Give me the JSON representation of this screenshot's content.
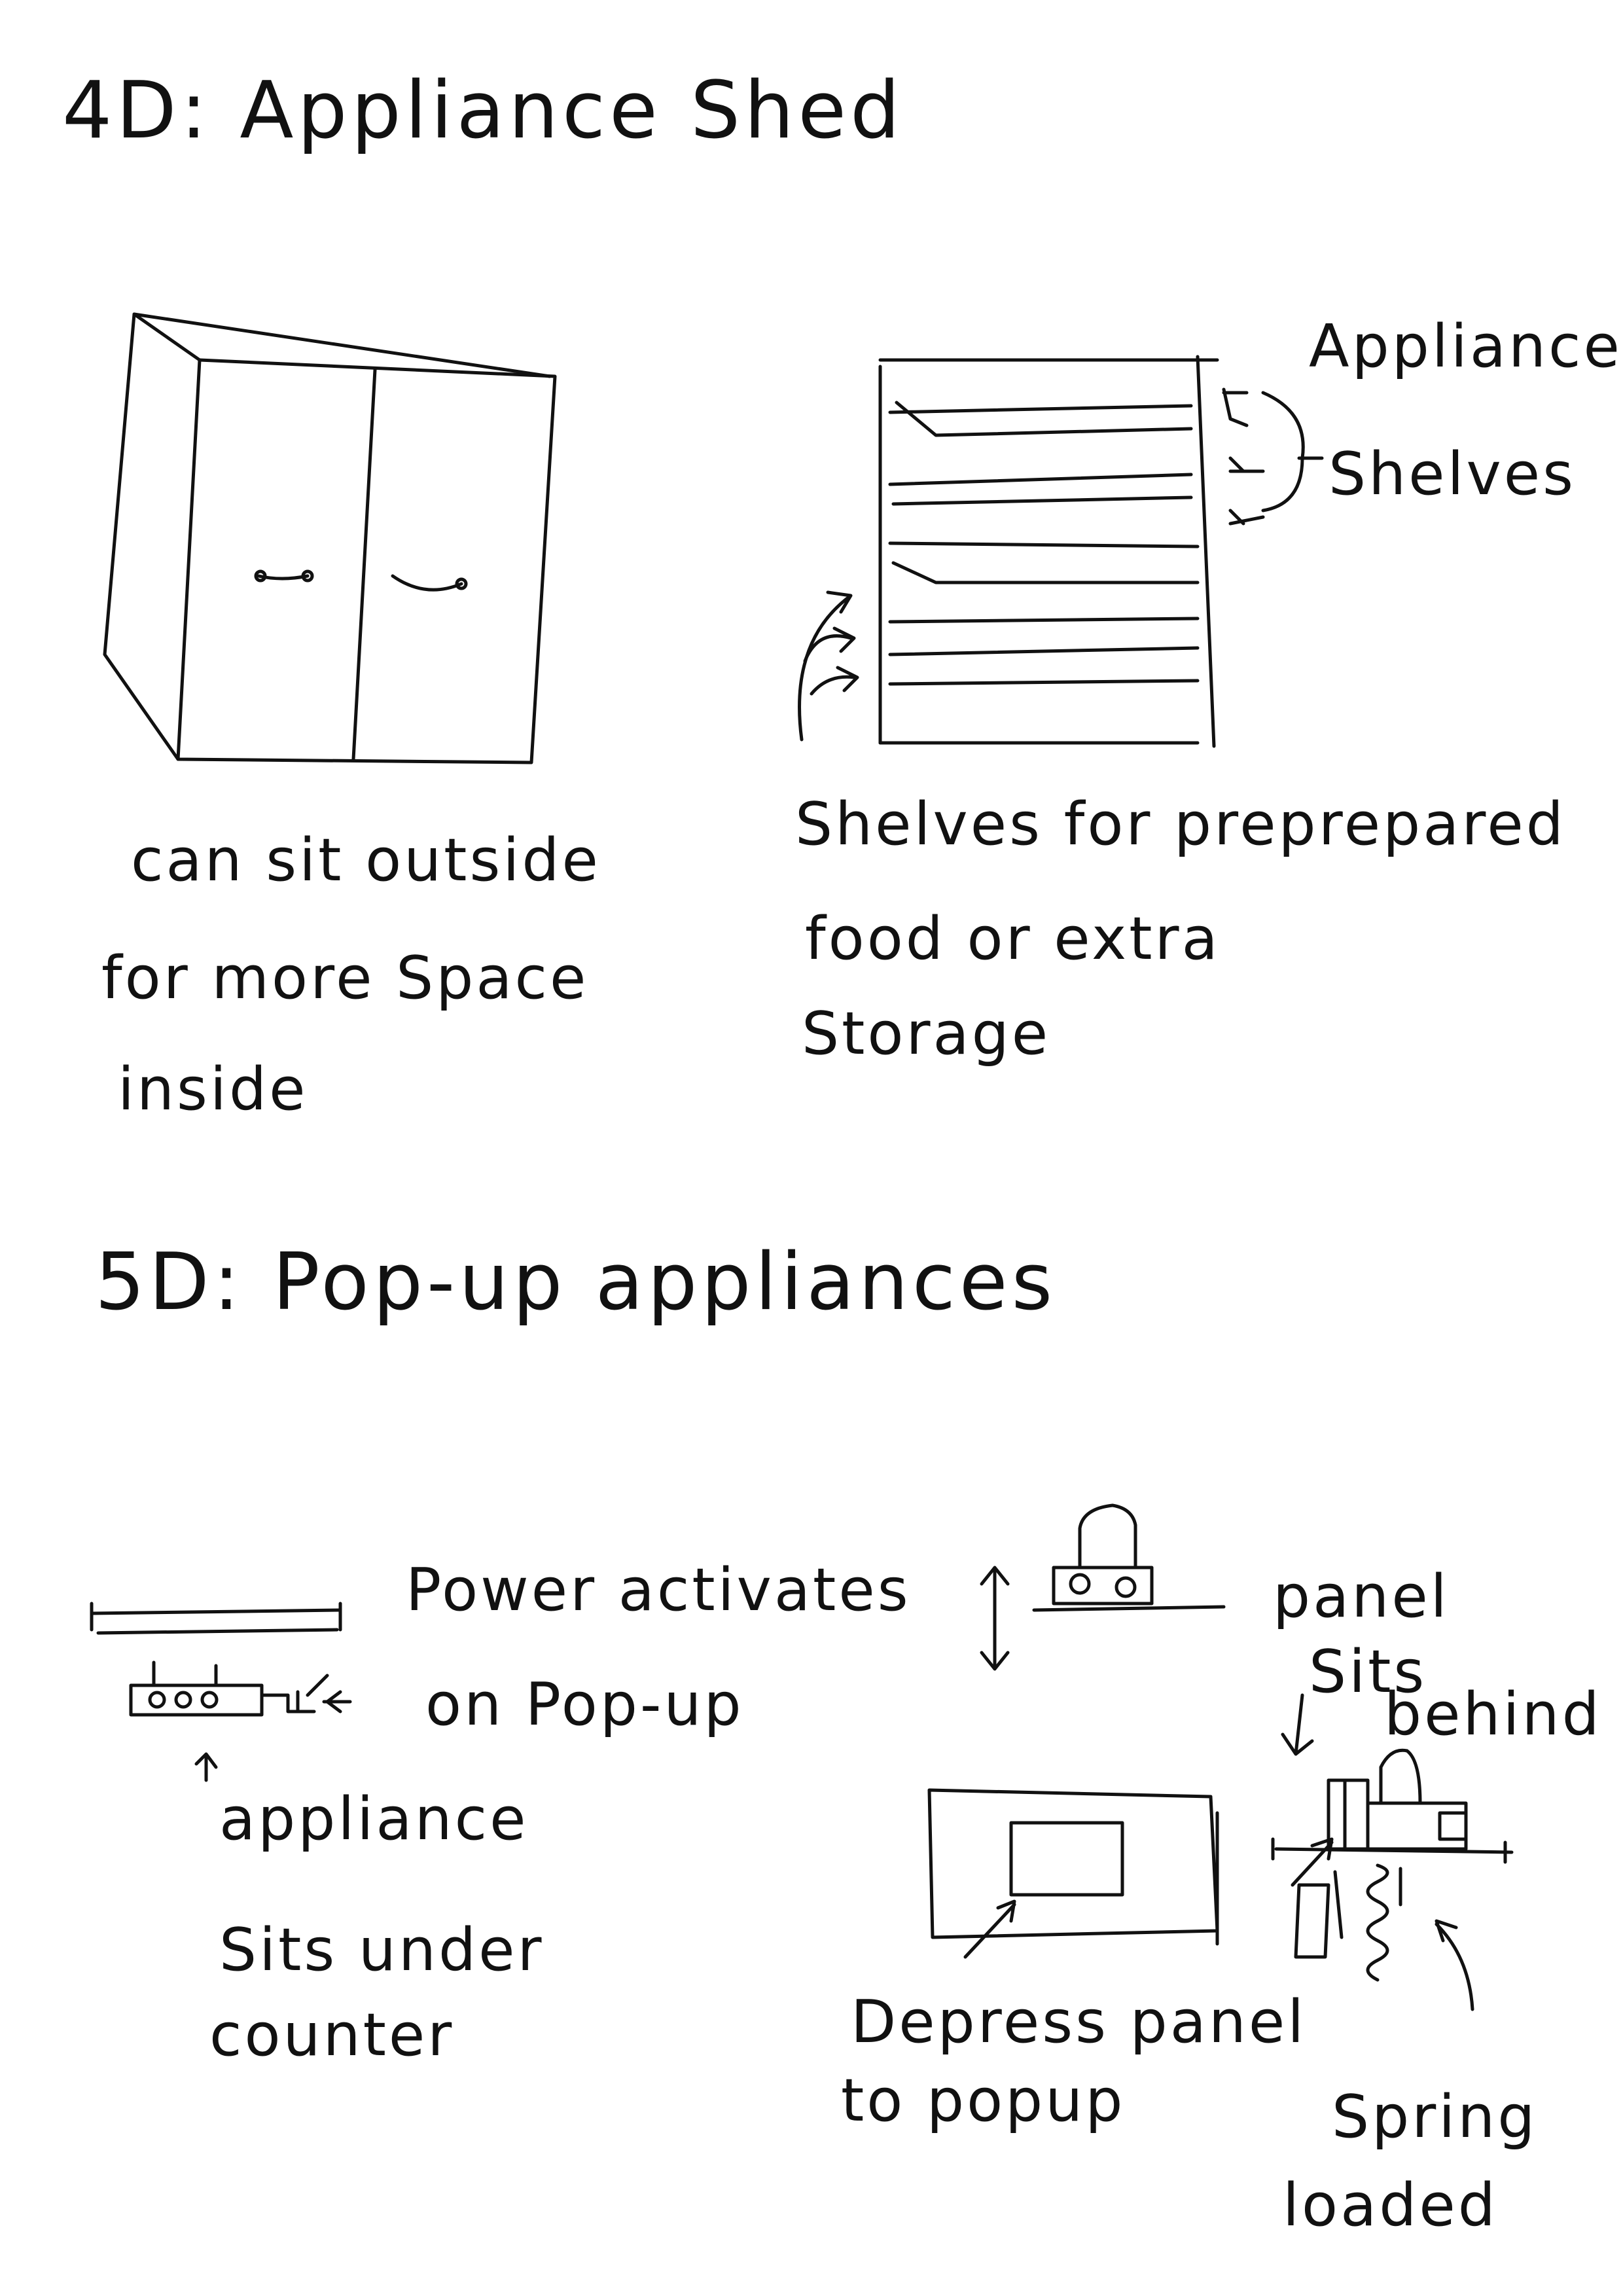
{
  "sections": {
    "shed": {
      "title": "4D: Appliance Shed",
      "shed_caption": [
        "can sit outside",
        "for more Space",
        "inside"
      ],
      "shelves_label": [
        "Appliance",
        "Shelves"
      ],
      "shelves_caption": [
        "Shelves for preprepared",
        "food or extra",
        "Storage"
      ]
    },
    "popup": {
      "title": "5D: Pop-up appliances",
      "power_note": [
        "Power activates",
        "on Pop-up"
      ],
      "under_counter_note": [
        "appliance",
        "Sits under",
        "counter"
      ],
      "panel_note": [
        "panel",
        "Sits",
        "behind"
      ],
      "depress_note": [
        "Depress panel",
        "to popup"
      ],
      "spring_note": [
        "Spring",
        "loaded"
      ]
    }
  }
}
